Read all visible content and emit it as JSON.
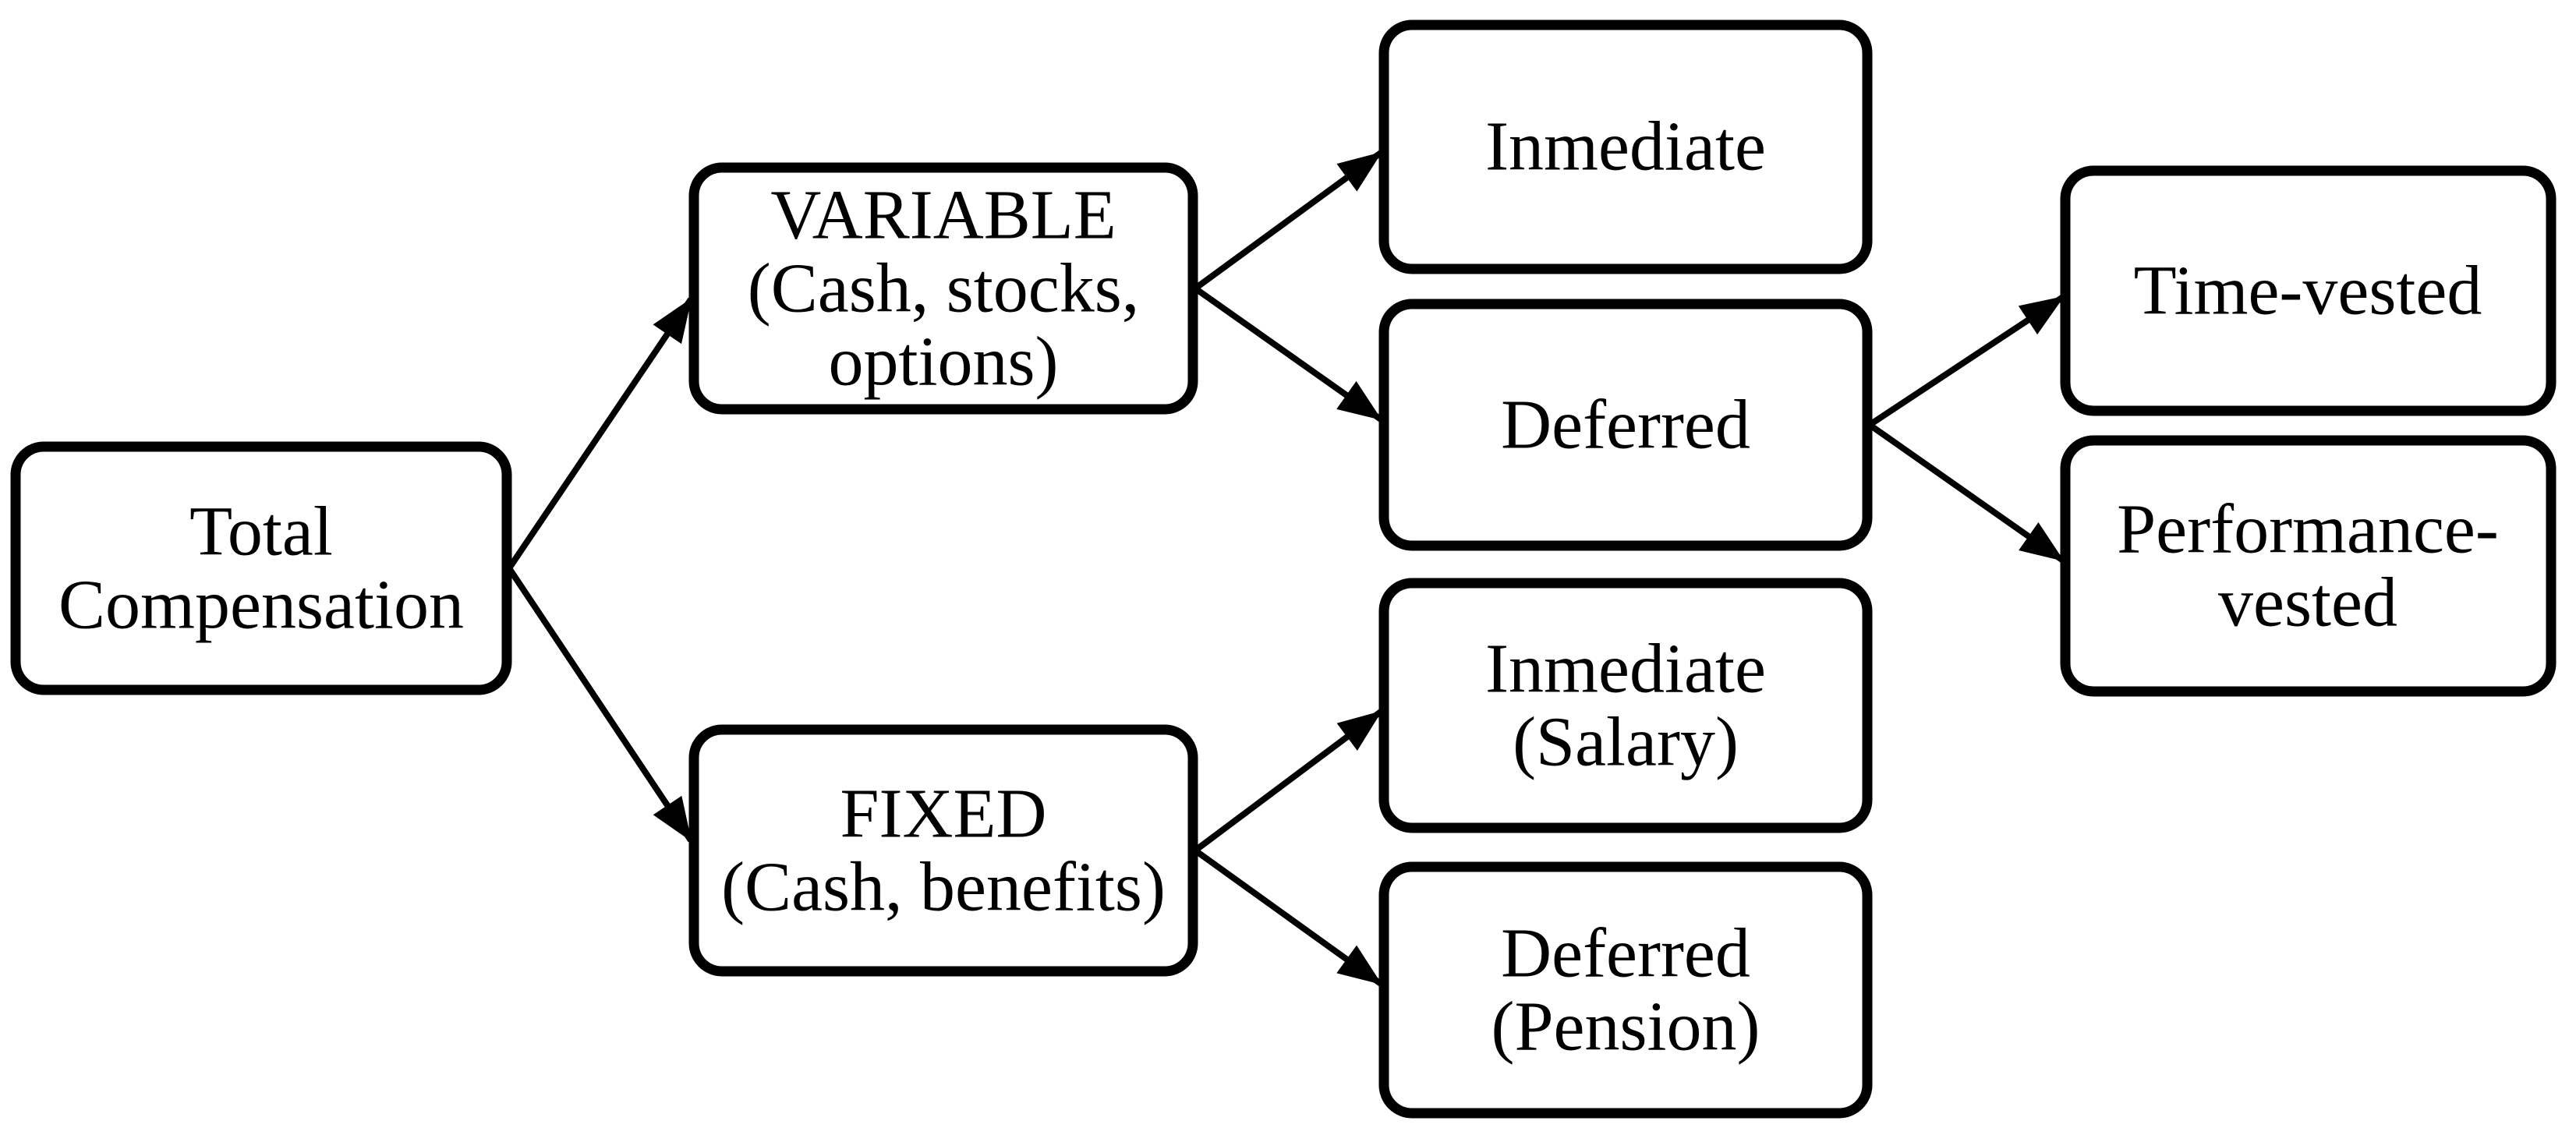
{
  "diagram": {
    "type": "tree-flowchart",
    "topic": "Total Compensation structure",
    "colors": {
      "paper": "#ffffff",
      "ink": "#000000",
      "node_fill": "#ffffff"
    },
    "nodes": {
      "total": {
        "label": "Total Compensation",
        "lines": [
          "Total",
          "Compensation"
        ]
      },
      "variable": {
        "label": "VARIABLE (Cash, stocks, options)",
        "lines": [
          "VARIABLE",
          "(Cash, stocks,",
          "options)"
        ]
      },
      "fixed": {
        "label": "FIXED (Cash, benefits)",
        "lines": [
          "FIXED",
          "(Cash, benefits)"
        ]
      },
      "variable_immediate": {
        "label": "Inmediate",
        "lines": [
          "Inmediate"
        ]
      },
      "variable_deferred": {
        "label": "Deferred",
        "lines": [
          "Deferred"
        ]
      },
      "fixed_immediate": {
        "label": "Inmediate (Salary)",
        "lines": [
          "Inmediate",
          "(Salary)"
        ]
      },
      "fixed_deferred": {
        "label": "Deferred (Pension)",
        "lines": [
          "Deferred",
          "(Pension)"
        ]
      },
      "time_vested": {
        "label": "Time-vested",
        "lines": [
          "Time-vested"
        ]
      },
      "performance_vested": {
        "label": "Performance-vested",
        "lines": [
          "Performance-",
          "vested"
        ]
      }
    },
    "edges": [
      {
        "from": "total",
        "to": "variable"
      },
      {
        "from": "total",
        "to": "fixed"
      },
      {
        "from": "variable",
        "to": "variable_immediate"
      },
      {
        "from": "variable",
        "to": "variable_deferred"
      },
      {
        "from": "variable_deferred",
        "to": "time_vested"
      },
      {
        "from": "variable_deferred",
        "to": "performance_vested"
      },
      {
        "from": "fixed",
        "to": "fixed_immediate"
      },
      {
        "from": "fixed",
        "to": "fixed_deferred"
      }
    ]
  }
}
